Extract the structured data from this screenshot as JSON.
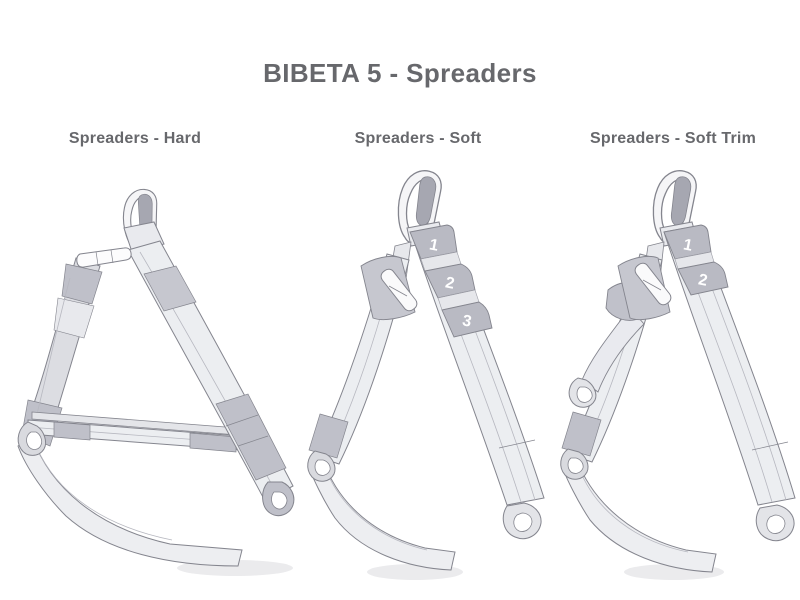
{
  "title": "BIBETA 5 - Spreaders",
  "figures": [
    {
      "id": "hard",
      "label": "Spreaders - Hard",
      "steps": []
    },
    {
      "id": "soft",
      "label": "Spreaders - Soft",
      "steps": [
        "1",
        "2",
        "3"
      ]
    },
    {
      "id": "soft-trim",
      "label": "Spreaders - Soft Trim",
      "steps": [
        "1",
        "2"
      ]
    }
  ],
  "colors": {
    "background": "#ffffff",
    "heading_text": "#67686c",
    "outline": "#84858e",
    "strap_light": "#edeef1",
    "strap_mid": "#d9dadf",
    "strap_dark": "#b9bac3",
    "carabiner_gate": "#a6a7b1",
    "step_number_text": "#ffffff"
  }
}
